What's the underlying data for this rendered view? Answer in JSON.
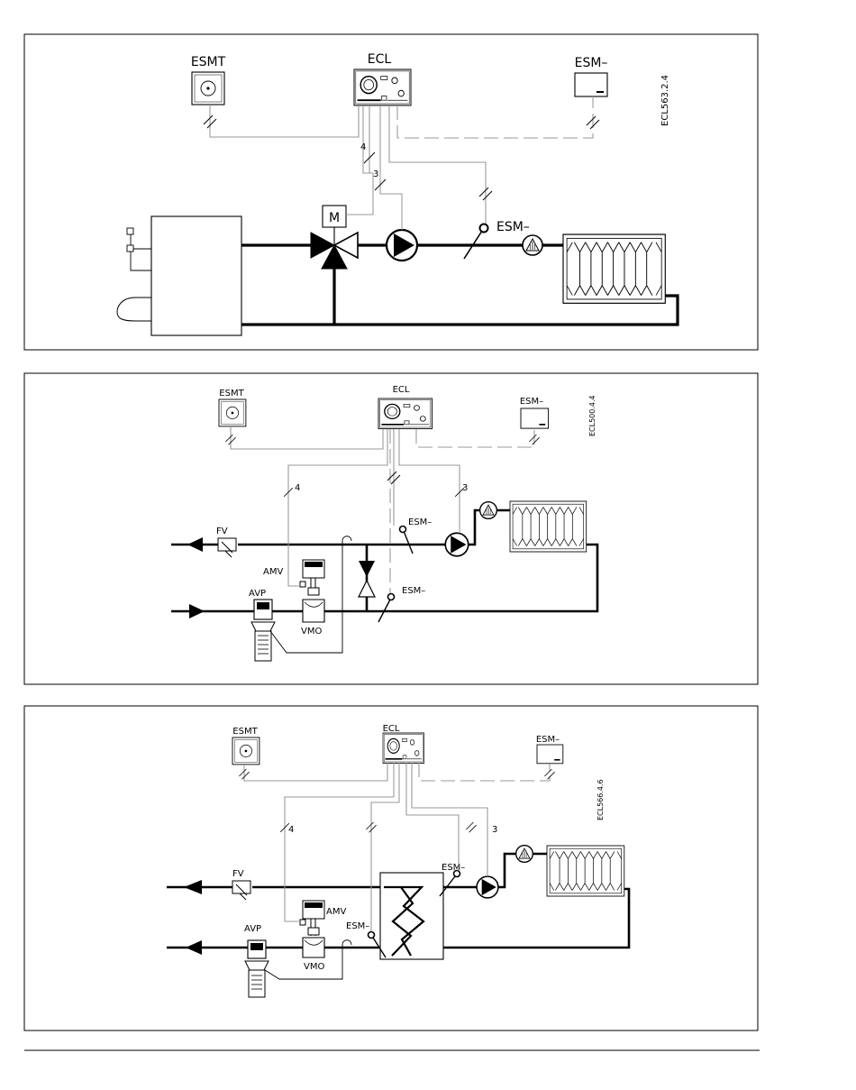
{
  "diagrams": [
    {
      "code": "ECL563.2.4",
      "labels": {
        "controller": "ECL",
        "outdoor_sensor": "ESMT",
        "room_sensor": "ESM–",
        "flow_sensor": "ESM–",
        "motor": "M",
        "wire_count_actuator": "4",
        "wire_count_pump": "3"
      }
    },
    {
      "code": "ECL500.4.4",
      "labels": {
        "controller": "ECL",
        "outdoor_sensor": "ESMT",
        "room_sensor": "ESM–",
        "flow_sensor": "ESM–",
        "return_sensor": "ESM–",
        "filter": "FV",
        "actuator": "AMV",
        "pressure_valve": "AVP",
        "valve": "VMO",
        "wire_count_actuator": "4",
        "wire_count_pump": "3"
      }
    },
    {
      "code": "ECL566.4.6",
      "labels": {
        "controller": "ECL",
        "outdoor_sensor": "ESMT",
        "room_sensor": "ESM–",
        "flow_sensor": "ESM–",
        "return_sensor": "ESM–",
        "filter": "FV",
        "actuator": "AMV",
        "pressure_valve": "AVP",
        "valve": "VMO",
        "wire_count_actuator": "4",
        "wire_count_pump": "3"
      }
    }
  ]
}
